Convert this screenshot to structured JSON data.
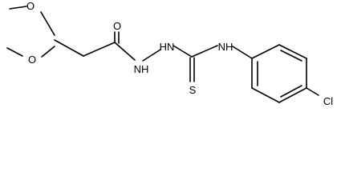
{
  "molecule": {
    "atoms": {
      "o_methoxy_top": "O",
      "o_methoxy_bottom": "O",
      "o_carbonyl": "O",
      "nh_hydrazide": "NH",
      "hn_hydrazine": "HN",
      "nh_anilino": "NH",
      "s_thione": "S",
      "cl": "Cl"
    }
  }
}
